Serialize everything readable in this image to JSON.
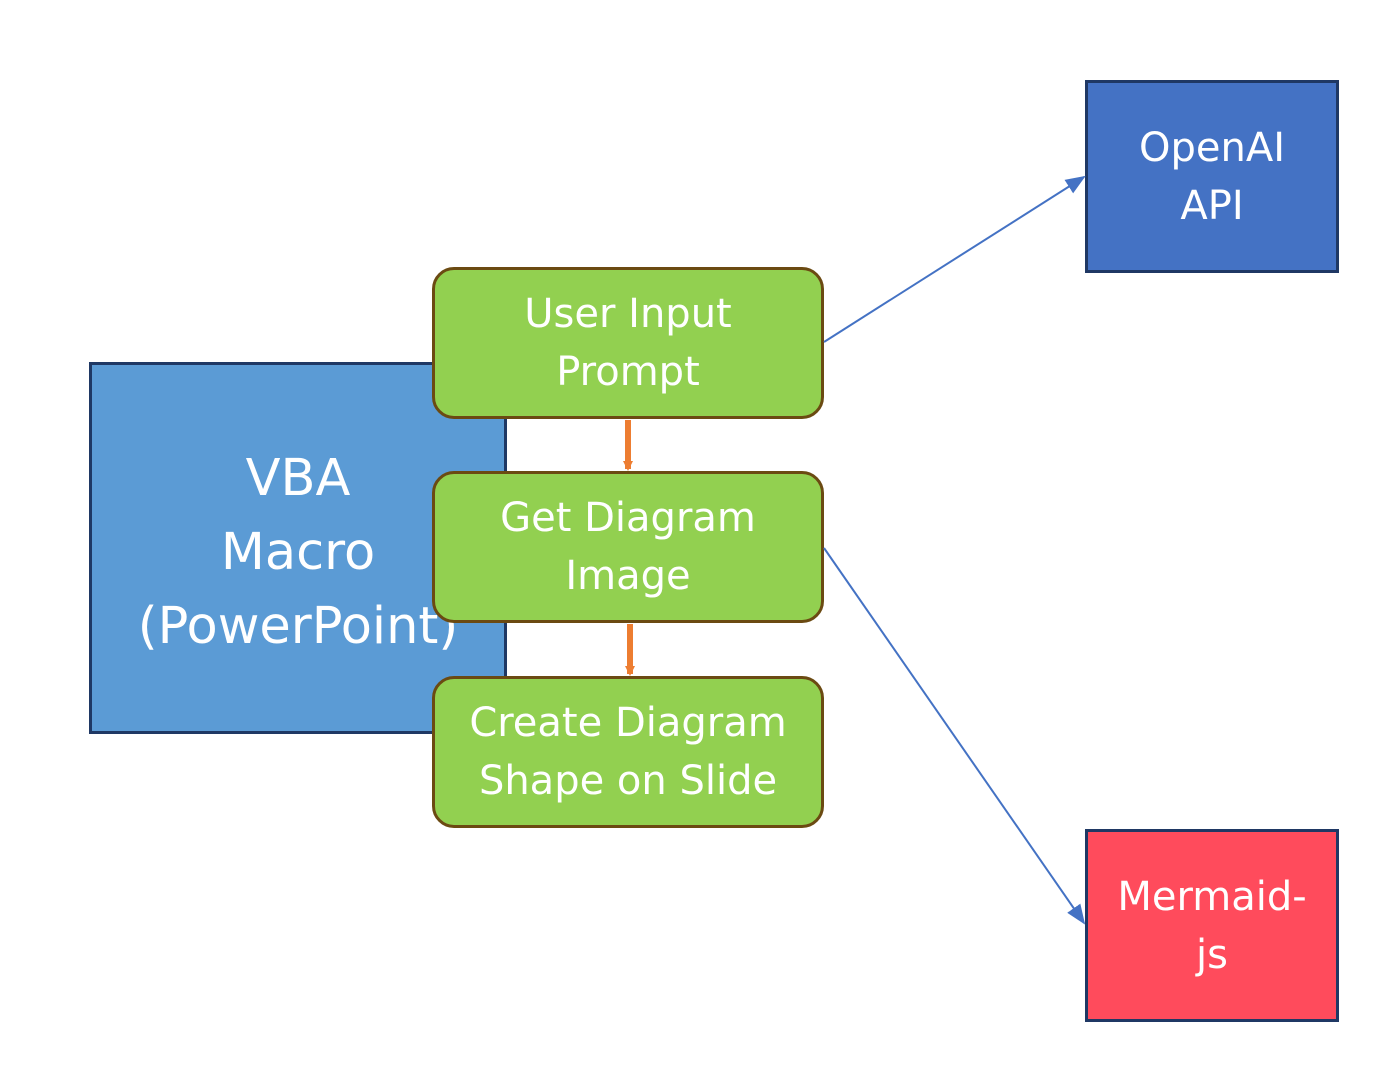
{
  "vba_box": {
    "lines": [
      "VBA",
      "Macro",
      "(PowerPoint)"
    ]
  },
  "steps": [
    {
      "lines": [
        "User Input",
        "Prompt"
      ]
    },
    {
      "lines": [
        "Get Diagram",
        "Image"
      ]
    },
    {
      "lines": [
        "Create Diagram",
        "Shape on Slide"
      ]
    }
  ],
  "openai_box": {
    "lines": [
      "OpenAI",
      "API"
    ]
  },
  "mermaid_box": {
    "lines": [
      "Mermaid-",
      "js"
    ]
  },
  "colors": {
    "vba_fill": "#5b9bd5",
    "step_fill": "#92d050",
    "openai_fill": "#4472c4",
    "mermaid_fill": "#ff4b5c",
    "flow_arrow": "#ed7d31",
    "link_arrow": "#4472c4"
  }
}
